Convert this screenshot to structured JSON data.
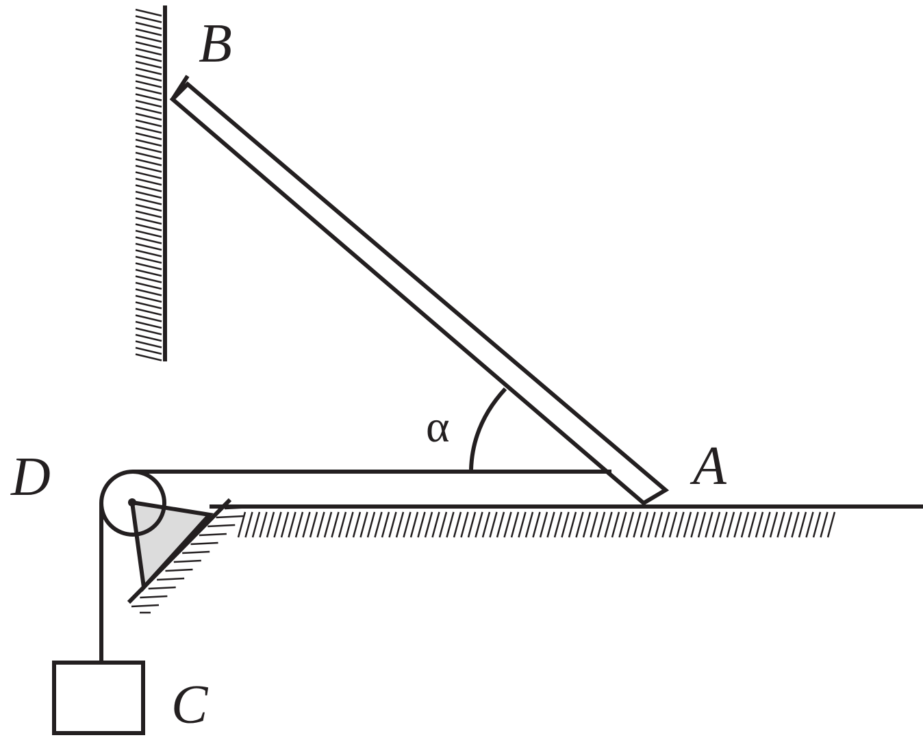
{
  "labels": {
    "B": "B",
    "A": "A",
    "D": "D",
    "C": "C",
    "alpha": "α"
  },
  "colors": {
    "ink": "#231f20",
    "support_fill": "#dcdcdc"
  }
}
